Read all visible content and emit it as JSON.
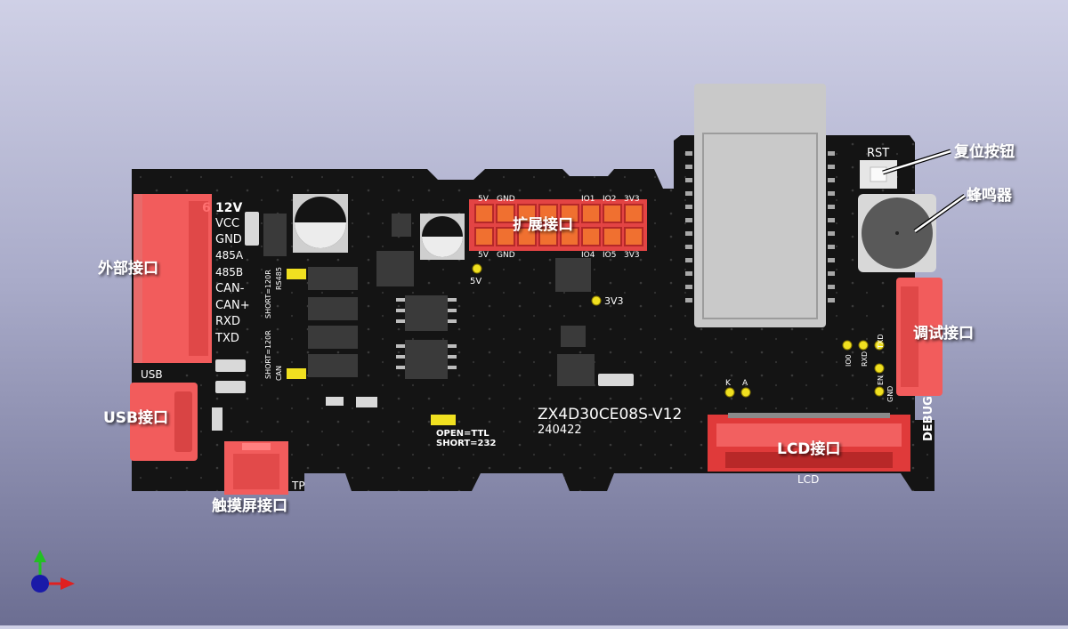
{
  "board": {
    "model": "ZX4D30CE08S-V12",
    "date": "240422",
    "silk_usb": "USB",
    "silk_lcd": "LCD",
    "silk_tp": "TP",
    "silk_debug": "DEBUG",
    "silk_rst": "RST",
    "silk_mark": "6",
    "silk_open_ttl": "OPEN=TTL",
    "silk_short_232": "SHORT=232",
    "silk_short_rs485": "SHORT=120R",
    "silk_rs485": "RS485",
    "silk_short_can": "SHORT=120R",
    "silk_can": "CAN",
    "silk_5v": "5V",
    "silk_3v3": "3V3",
    "silk_k": "K",
    "silk_a": "A",
    "ext_pins": [
      "12V",
      "VCC",
      "GND",
      "485A",
      "485B",
      "CAN-",
      "CAN+",
      "RXD",
      "TXD"
    ],
    "exp_top": [
      "5V",
      "GND",
      "IO1",
      "IO2",
      "3V3"
    ],
    "exp_bottom": [
      "5V",
      "GND",
      "IO4",
      "IO5",
      "3V3"
    ],
    "debug_pins": [
      "IO0",
      "RXD",
      "TXD",
      "EN",
      "GND"
    ]
  },
  "callouts": {
    "external": "外部接口",
    "usb": "USB接口",
    "touch": "触摸屏接口",
    "expansion": "扩展接口",
    "lcd": "LCD接口",
    "debug": "调试接口",
    "reset": "复位按钮",
    "buzzer": "蜂鸣器"
  },
  "colors": {
    "pcb": "#141414",
    "connector": "#f25c5c",
    "silk": "#ffffff",
    "module": "#c9c9c9"
  }
}
